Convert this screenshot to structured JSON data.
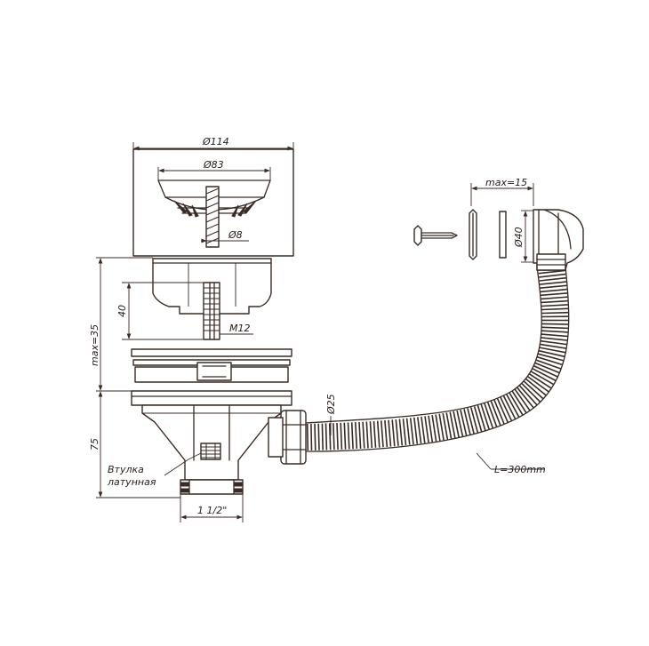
{
  "labels": {
    "d114": "Ø114",
    "d83": "Ø83",
    "d8": "Ø8",
    "m12": "M12",
    "h40": "40",
    "max35": "max=35",
    "h75": "75",
    "bushing_line1": "Втулка",
    "bushing_line2": "латунная",
    "thread": "1 1/2\"",
    "d25": "Ø25",
    "hose_len": "L=300mm",
    "max15": "max=15",
    "d40": "Ø40"
  },
  "colors": {
    "ink": "#3a2a24",
    "background": "#ffffff"
  }
}
